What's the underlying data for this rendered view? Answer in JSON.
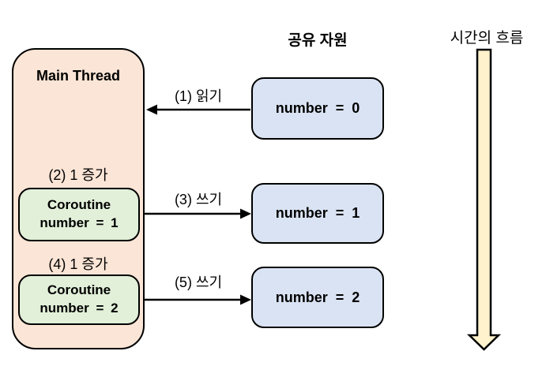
{
  "colors": {
    "line": "#000000",
    "background": "#FFFFFF",
    "main_thread_fill": "#FBE5D6",
    "coroutine_fill": "#E2F0D9",
    "resource_fill": "#DAE3F3",
    "timeline_fill": "#FFF2CC"
  },
  "main_thread": {
    "title": "Main Thread",
    "step2_label": "(2) 1 증가",
    "step4_label": "(4) 1 증가",
    "coroutines": [
      {
        "line1": "Coroutine",
        "line2": "number = 1"
      },
      {
        "line1": "Coroutine",
        "line2": "number = 2"
      }
    ]
  },
  "shared_resource": {
    "title": "공유 자원",
    "boxes": [
      {
        "value": "number = 0"
      },
      {
        "value": "number = 1"
      },
      {
        "value": "number = 2"
      }
    ]
  },
  "timeline": {
    "title": "시간의 흐름"
  },
  "arrows": {
    "read_label": "(1) 읽기",
    "write1_label": "(3) 쓰기",
    "write2_label": "(5) 쓰기"
  }
}
